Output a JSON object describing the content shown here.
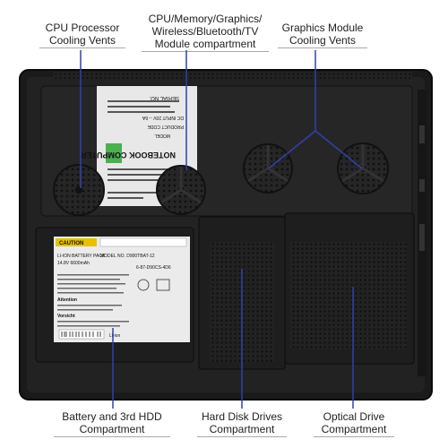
{
  "callouts": {
    "cpu_vents": [
      "CPU Processor",
      "Cooling Vents"
    ],
    "module_compartment": [
      "CPU/Memory/Graphics/",
      "Wireless/Bluetooth/TV",
      "Module compartment"
    ],
    "graphics_vents": [
      "Graphics Module",
      "Cooling Vents"
    ],
    "battery": [
      "Battery and 3rd HDD",
      "Compartment"
    ],
    "hdd": [
      "Hard Disk Drives",
      "Compartment"
    ],
    "optical": [
      "Optical Drive",
      "Compartment"
    ]
  },
  "device_labels": {
    "notebook_title": "NOTEBOOK COMPUTER",
    "serial": "SERIAL NO.",
    "model": "MODEL",
    "product_code": "PRODUCT CODE",
    "power": "DC INPUT 20V -- 6A",
    "caution": "CAUTION",
    "battery_pack": "LI-ION BATTERY PACK",
    "battery_model": "MODEL NO. D900TBAT-12",
    "battery_spec": "14.8V  6600mAh",
    "battery_code": "6-87-D90CS-4D6",
    "attention": "Attention",
    "vorsicht": "Vorsicht",
    "recycle": "Li-ion"
  },
  "colors": {
    "chassis": "#1c1c1c",
    "panel": "#2a2a2a",
    "pointer": "#3040b0",
    "label_white": "#e8e8e8",
    "label_yellow": "#e6c200"
  }
}
